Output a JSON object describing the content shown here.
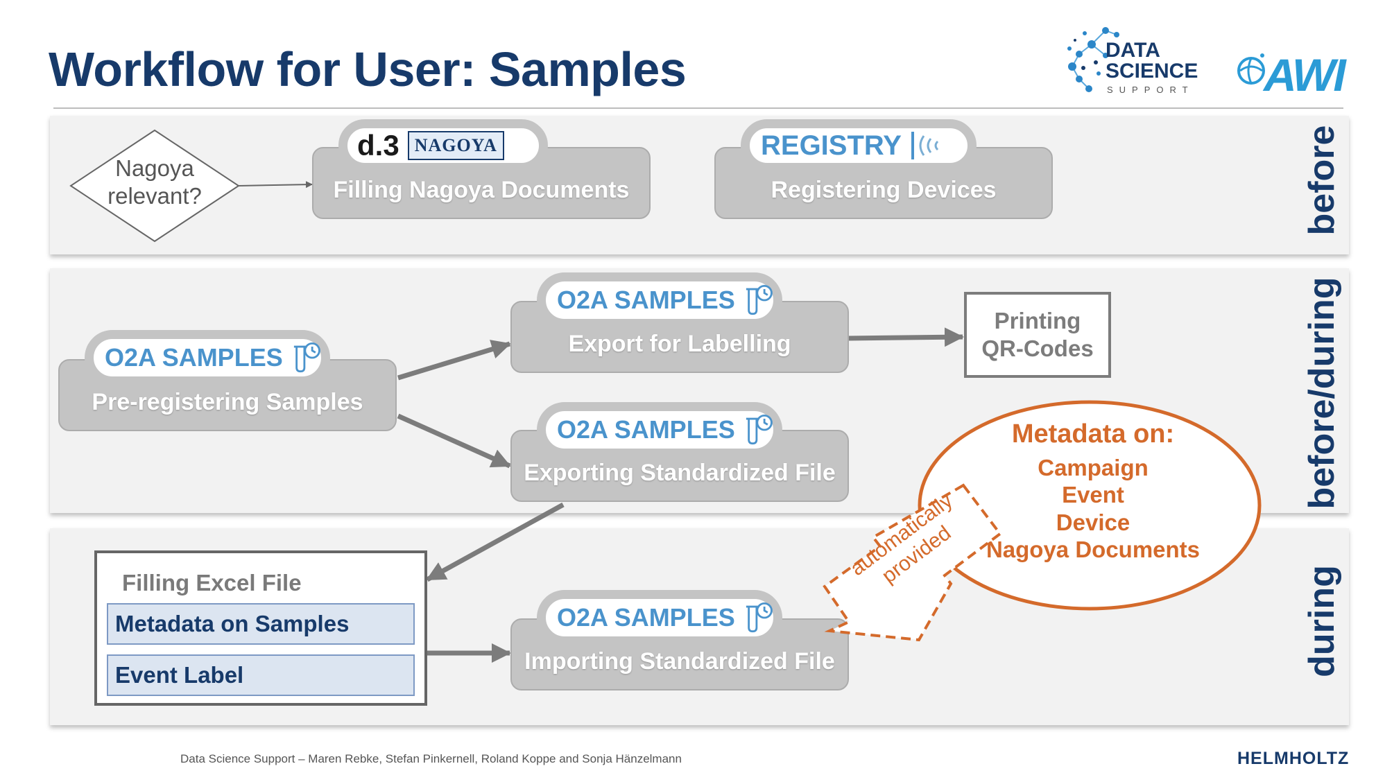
{
  "title": "Workflow for User: Samples",
  "logos": {
    "dss_line1": "DATA",
    "dss_line2": "SCIENCE",
    "dss_line3": "SUPPORT",
    "awi": "AWI"
  },
  "phases": {
    "before": "before",
    "before_during": "before/during",
    "during": "during"
  },
  "before": {
    "decision_line1": "Nagoya",
    "decision_line2": "relevant?",
    "d3_label": "d.3",
    "nagoya_logo": "NAGOYA",
    "nagoya_caption": "Filling Nagoya Documents",
    "registry_label": "REGISTRY",
    "registry_caption": "Registering Devices"
  },
  "before_during": {
    "pre_pill": "O2A SAMPLES",
    "pre_caption": "Pre-registering Samples",
    "export_pill": "O2A SAMPLES",
    "export_caption": "Export for Labelling",
    "printing_line1": "Printing",
    "printing_line2": "QR-Codes",
    "std_pill": "O2A SAMPLES",
    "std_caption": "Exporting Standardized File"
  },
  "during": {
    "excel_title": "Filling Excel File",
    "excel_row1": "Metadata on Samples",
    "excel_row2": "Event Label",
    "import_pill": "O2A SAMPLES",
    "import_caption": "Importing Standardized File",
    "auto_line1": "automatically",
    "auto_line2": "provided"
  },
  "metadata": {
    "heading": "Metadata on:",
    "items": [
      "Campaign",
      "Event",
      "Device",
      "Nagoya Documents"
    ]
  },
  "footer": {
    "authors": "Data Science Support – Maren Rebke, Stefan Pinkernell, Roland Koppe and Sonja Hänzelmann",
    "helmholtz": "HELMHOLTZ"
  },
  "colors": {
    "navy": "#173a6a",
    "accent_blue": "#4a93cc",
    "orange": "#d46a2b",
    "process_gray": "#c4c4c4",
    "band_gray": "#f2f2f2"
  }
}
